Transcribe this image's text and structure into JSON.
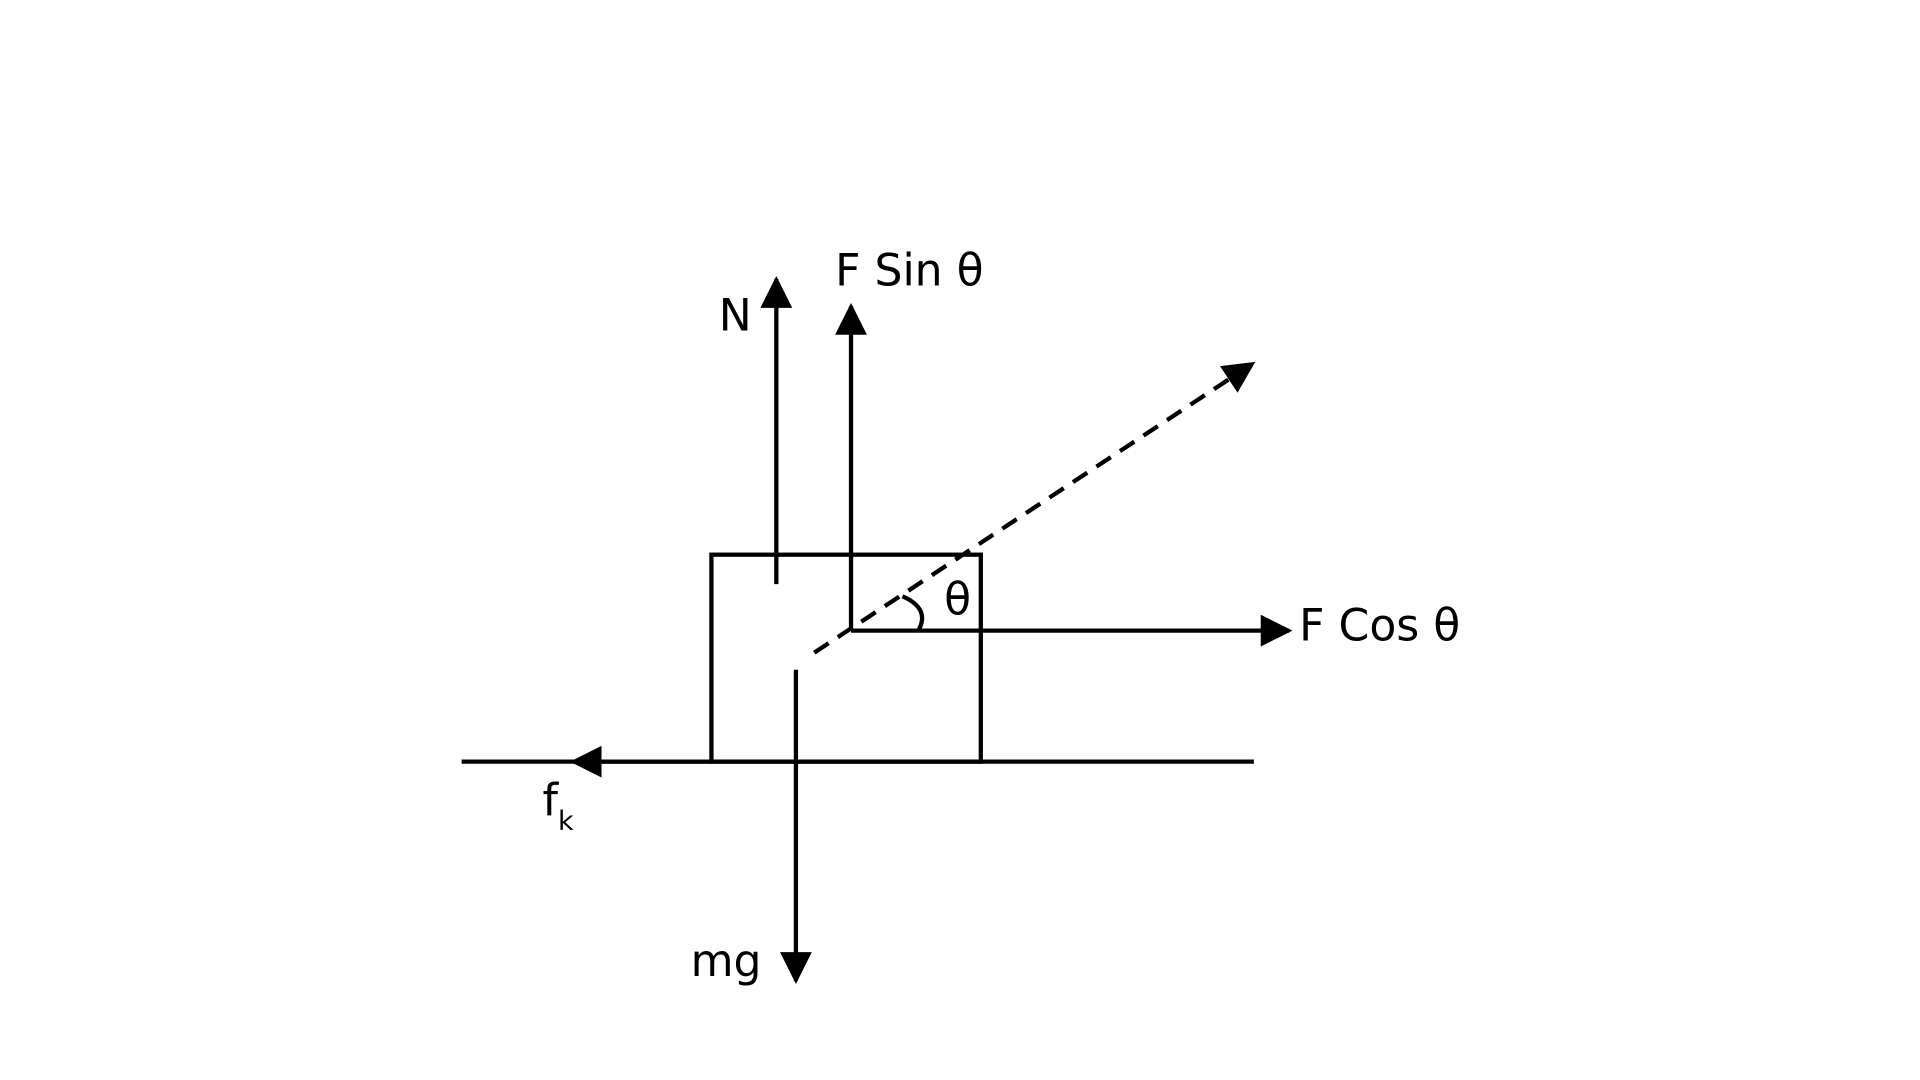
{
  "labels": {
    "normal": "N",
    "f_sin": "F Sin θ",
    "f_cos": "F Cos θ",
    "theta": "θ",
    "friction_base": "f",
    "friction_sub": "k",
    "weight": "mg"
  },
  "colors": {
    "stroke": "#000000",
    "background": "#ffffff"
  }
}
